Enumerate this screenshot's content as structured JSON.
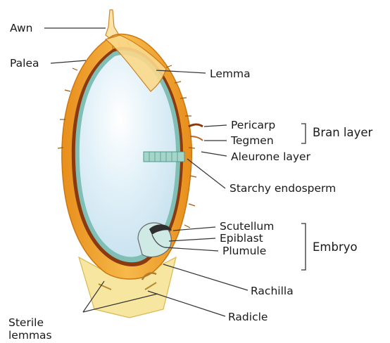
{
  "labels": {
    "awn": "Awn",
    "palea": "Palea",
    "lemma": "Lemma",
    "pericarp": "Pericarp",
    "tegmen": "Tegmen",
    "bran_layer": "Bran layer",
    "aleurone_layer": "Aleurone layer",
    "starchy_endosperm": "Starchy endosperm",
    "scutellum": "Scutellum",
    "epiblast": "Epiblast",
    "plumule": "Plumule",
    "embryo": "Embryo",
    "rachilla": "Rachilla",
    "radicle": "Radicle",
    "sterile_lemmas_line1": "Sterile",
    "sterile_lemmas_line2": "lemmas"
  },
  "colors": {
    "hull": "#f0a832",
    "hull_light": "#fbd98a",
    "endosperm": "#dceef7",
    "bran": "#8b3a10",
    "aleurone": "#5aa89a",
    "sterile_lemma": "#f7e6a0",
    "line": "#333333"
  }
}
